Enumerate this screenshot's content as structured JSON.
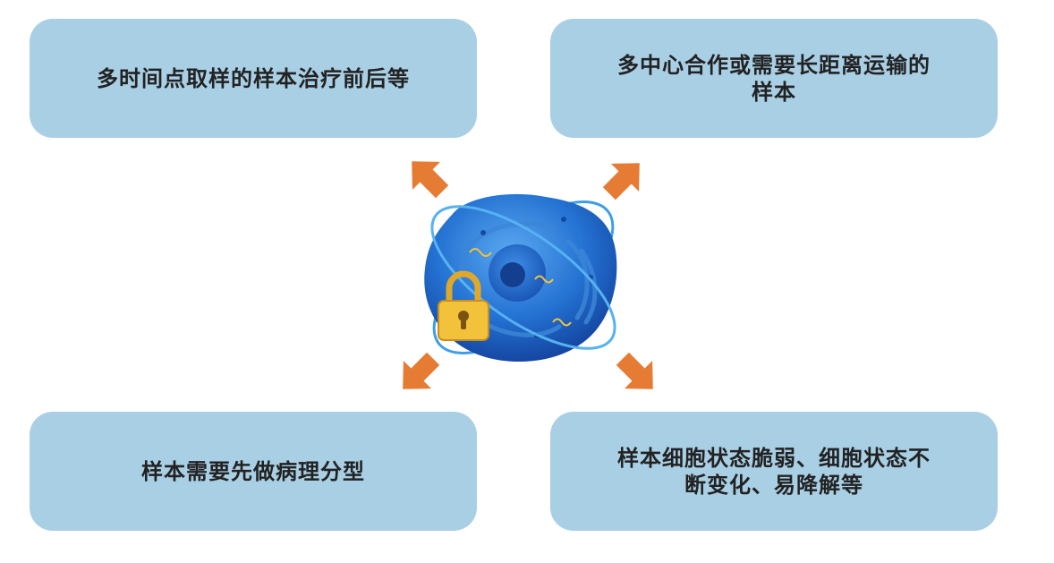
{
  "boxes": {
    "top_left": "多时间点取样的样本治疗前后等",
    "top_right": "多中心合作或需要长距离运输的\n样本",
    "bottom_left": "样本需要先做病理分型",
    "bottom_right": "样本细胞状态脆弱、细胞状态不\n断变化、易降解等"
  },
  "colors": {
    "box_fill": "#a9cfe5",
    "arrow": "#e67b33",
    "cell": "#1f63c4",
    "lock": "#f2c23b"
  },
  "icons": [
    "cell-icon",
    "padlock-icon",
    "dna-icon",
    "arrow-icon"
  ]
}
